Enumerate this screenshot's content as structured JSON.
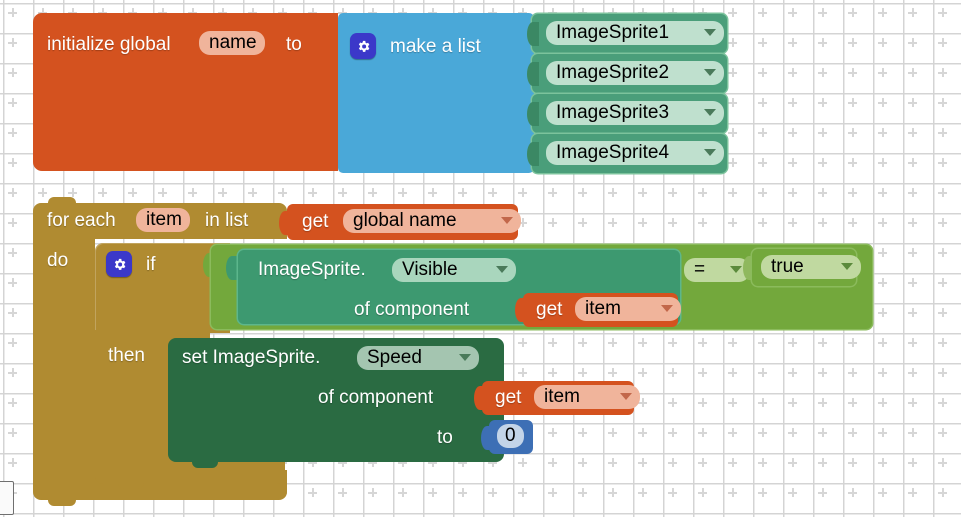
{
  "workspace": {
    "grid": {
      "spacing": 30,
      "cross_color": "#d6d6d6",
      "background": "#ffffff"
    }
  },
  "blocks": {
    "init_global": {
      "label_initialize": "initialize global",
      "name_field": "name",
      "label_to": "to",
      "color": "#d4521f"
    },
    "make_a_list": {
      "gear_icon": "gear-icon",
      "label": "make a list",
      "color": "#4aa8d8",
      "items": [
        {
          "value": "ImageSprite1"
        },
        {
          "value": "ImageSprite2"
        },
        {
          "value": "ImageSprite3"
        },
        {
          "value": "ImageSprite4"
        }
      ]
    },
    "for_each": {
      "label_for_each": "for each",
      "var_field": "item",
      "label_in_list": "in list",
      "label_do": "do",
      "color": "#b08b31"
    },
    "get_global_name": {
      "label_get": "get",
      "value": "global name",
      "color": "#d4521f"
    },
    "if_block": {
      "gear_icon": "gear-icon",
      "label_if": "if",
      "label_then": "then",
      "color": "#b08b31"
    },
    "compare": {
      "operator": "=",
      "color": "#73a83c"
    },
    "logic_true": {
      "value": "true",
      "color": "#73a83c"
    },
    "get_property": {
      "label_component": "ImageSprite.",
      "property": "Visible",
      "label_of_component": "of component",
      "color": "#3d9970"
    },
    "get_item_1": {
      "label_get": "get",
      "value": "item",
      "color": "#d4521f"
    },
    "set_property": {
      "label_set": "set ImageSprite.",
      "property": "Speed",
      "label_of_component": "of component",
      "label_to": "to",
      "color": "#2a6b42"
    },
    "get_item_2": {
      "label_get": "get",
      "value": "item",
      "color": "#d4521f"
    },
    "number": {
      "value": "0",
      "color": "#3d6fb5"
    }
  }
}
